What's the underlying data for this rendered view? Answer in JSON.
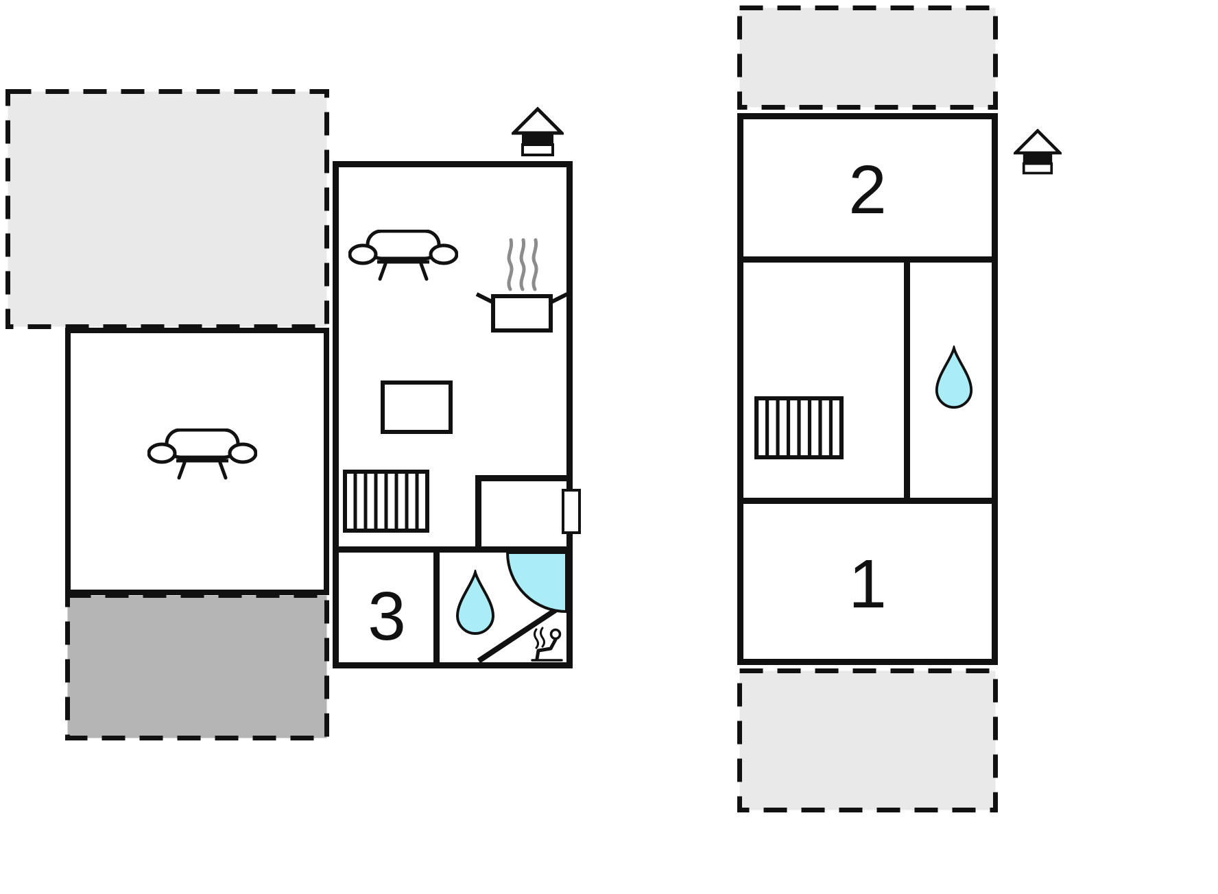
{
  "diagram": {
    "type": "floor-plan",
    "description": "Two-level vacation house floor plan with terraces"
  },
  "colors": {
    "wall": "#111111",
    "terrace_light": "#e9e9e9",
    "terrace_dark": "#b5b5b5",
    "water": "#aaedf6",
    "steam": "#8c8c8c",
    "background": "#ffffff"
  },
  "rooms": {
    "room1_label": "1",
    "room2_label": "2",
    "room3_label": "3"
  },
  "icons": {
    "chimney": "chimney-icon",
    "sofa": "sofa-icon",
    "stove_pot": "stove-pot-icon",
    "stairs": "stairs-icon",
    "table": "table-icon",
    "water_drop": "water-drop-icon",
    "shower": "shower-icon",
    "sauna_person": "sauna-person-icon",
    "door": "door-icon"
  }
}
